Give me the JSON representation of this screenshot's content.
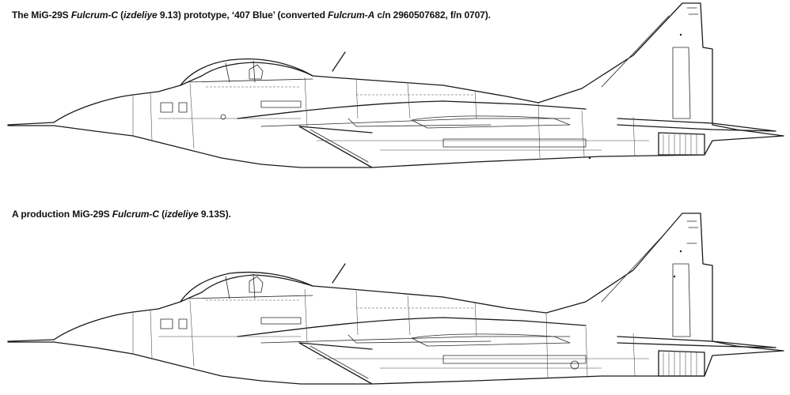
{
  "captions": [
    {
      "id": "prototype",
      "parts": [
        {
          "text": "The MiG-29S ",
          "italic": false
        },
        {
          "text": "Fulcrum-C",
          "italic": true
        },
        {
          "text": " (",
          "italic": false
        },
        {
          "text": "izdeliye",
          "italic": true
        },
        {
          "text": " 9.13) prototype, ‘407 Blue’ (converted ",
          "italic": false
        },
        {
          "text": "Fulcrum-A",
          "italic": true
        },
        {
          "text": " c/n 2960507682, f/n 0707).",
          "italic": false
        }
      ]
    },
    {
      "id": "production",
      "parts": [
        {
          "text": "A production MiG-29S ",
          "italic": false
        },
        {
          "text": "Fulcrum-C",
          "italic": true
        },
        {
          "text": " (",
          "italic": false
        },
        {
          "text": "izdeliye",
          "italic": true
        },
        {
          "text": " 9.13S).",
          "italic": false
        }
      ]
    }
  ],
  "drawings": [
    {
      "id": "prototype",
      "variant": "prototype"
    },
    {
      "id": "production",
      "variant": "production"
    }
  ],
  "colors": {
    "line": "#1a1a1a",
    "paper": "#ffffff"
  }
}
